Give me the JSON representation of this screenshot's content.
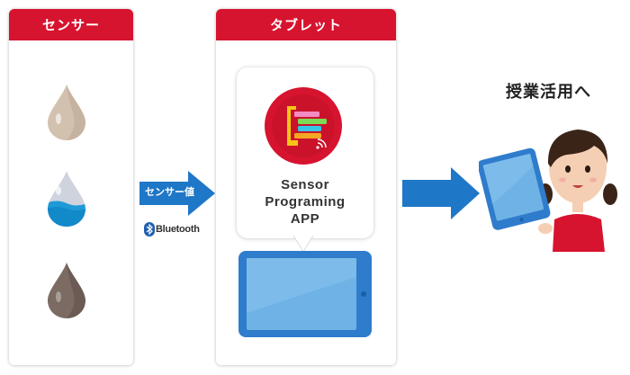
{
  "sensor_panel": {
    "title": "センサー"
  },
  "tablet_panel": {
    "title": "タブレット"
  },
  "flow": {
    "sensor_value_label": "センサー値",
    "bluetooth_label": "Bluetooth"
  },
  "app": {
    "name_lines": [
      "Sensor",
      "Programing",
      "APP"
    ]
  },
  "destination": {
    "label": "授業活用へ"
  },
  "colors": {
    "header_red": "#d7142f",
    "arrow_blue": "#1f77c7",
    "tablet_blue": "#2f7ccc",
    "screen_blue": "#6fb3e6"
  },
  "icons": {
    "drops": [
      "beige-drop-icon",
      "water-drop-icon",
      "brown-drop-icon"
    ],
    "app": "block-program-app-icon",
    "student": "student-with-tablet-icon"
  }
}
